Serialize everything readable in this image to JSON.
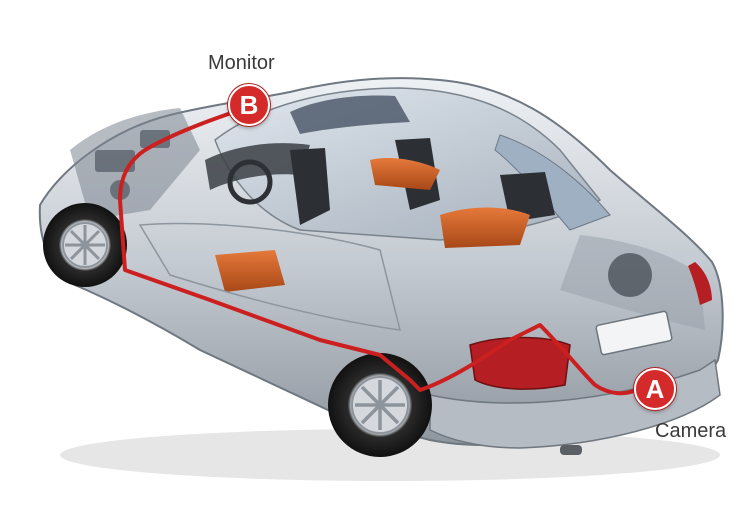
{
  "labels": {
    "monitor": "Monitor",
    "camera": "Camera"
  },
  "markers": {
    "monitor_letter": "B",
    "camera_letter": "A"
  },
  "colors": {
    "cable": "#cc1f1f",
    "marker": "#d42a2a",
    "body": "#c9ced4",
    "interior_accent": "#d9642a"
  }
}
